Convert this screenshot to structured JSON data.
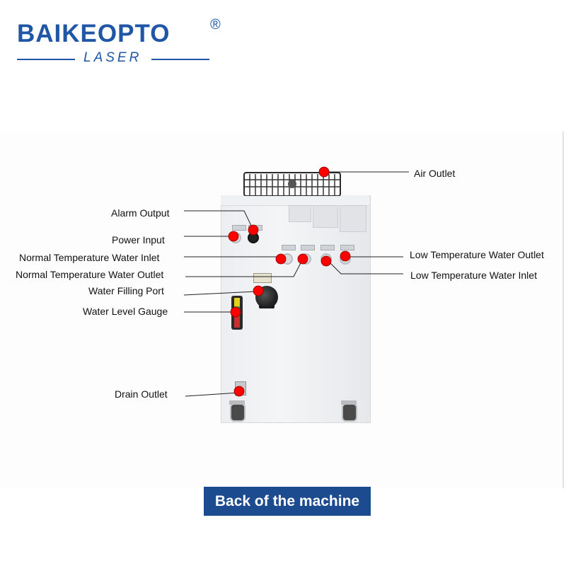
{
  "brand": {
    "name": "BAIKEOPTO",
    "registered_mark": "®",
    "tagline": "LASER",
    "color": "#1f56a6"
  },
  "callouts": [
    {
      "id": "air-outlet",
      "label": "Air Outlet"
    },
    {
      "id": "alarm-output",
      "label": "Alarm Output"
    },
    {
      "id": "power-input",
      "label": "Power Input"
    },
    {
      "id": "normal-temp-water-inlet",
      "label": "Normal Temperature Water Inlet"
    },
    {
      "id": "normal-temp-water-outlet",
      "label": "Normal Temperature Water Outlet"
    },
    {
      "id": "water-filling-port",
      "label": "Water Filling Port"
    },
    {
      "id": "water-level-gauge",
      "label": "Water Level Gauge"
    },
    {
      "id": "drain-outlet",
      "label": "Drain Outlet"
    },
    {
      "id": "low-temp-water-outlet",
      "label": "Low Temperature Water Outlet"
    },
    {
      "id": "low-temp-water-inlet",
      "label": "Low Temperature Water Inlet"
    }
  ],
  "marker_color": "#ff0000",
  "caption": {
    "text": "Back of the machine",
    "background": "#1d4b8f",
    "color": "#ffffff"
  }
}
